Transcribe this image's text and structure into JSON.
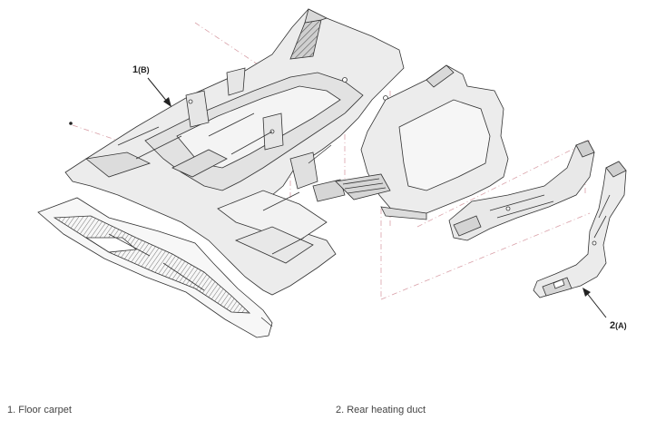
{
  "callouts": {
    "item1": {
      "num": "1",
      "ref": "(B)"
    },
    "item2": {
      "num": "2",
      "ref": "(A)"
    }
  },
  "legend": [
    {
      "text": "1. Floor carpet"
    },
    {
      "text": "2. Rear heating duct"
    }
  ]
}
